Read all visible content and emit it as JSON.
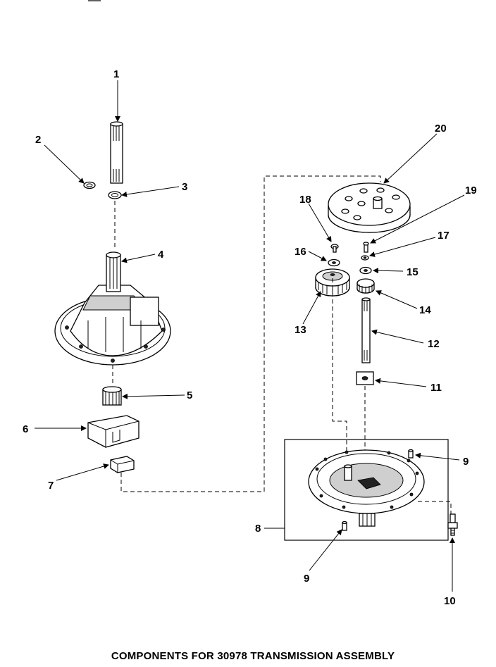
{
  "caption": "COMPONENTS FOR 30978 TRANSMISSION ASSEMBLY",
  "callouts": {
    "c1": "1",
    "c2": "2",
    "c3": "3",
    "c4": "4",
    "c5": "5",
    "c6": "6",
    "c7": "7",
    "c8": "8",
    "c9a": "9",
    "c9b": "9",
    "c10": "10",
    "c11": "11",
    "c12": "12",
    "c13": "13",
    "c14": "14",
    "c15": "15",
    "c16": "16",
    "c17": "17",
    "c18": "18",
    "c19": "19",
    "c20": "20"
  }
}
